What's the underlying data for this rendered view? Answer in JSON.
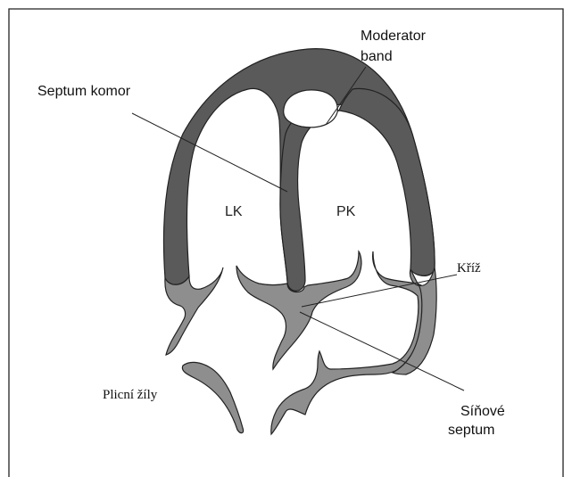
{
  "labels": {
    "moderator_line1": "Moderator",
    "moderator_line2": "band",
    "septum_komor": "Septum komor",
    "lk": "LK",
    "pk": "PK",
    "kriz": "Kříž",
    "plicni_zily": "Plicní žíly",
    "sinove_line1": "Síňové",
    "sinove_line2": "septum"
  },
  "colors": {
    "ventricle_wall": "#5a5a5a",
    "atrial_wall": "#8e8e8e",
    "outline": "#222222",
    "frame": "#222222",
    "background": "#ffffff"
  }
}
